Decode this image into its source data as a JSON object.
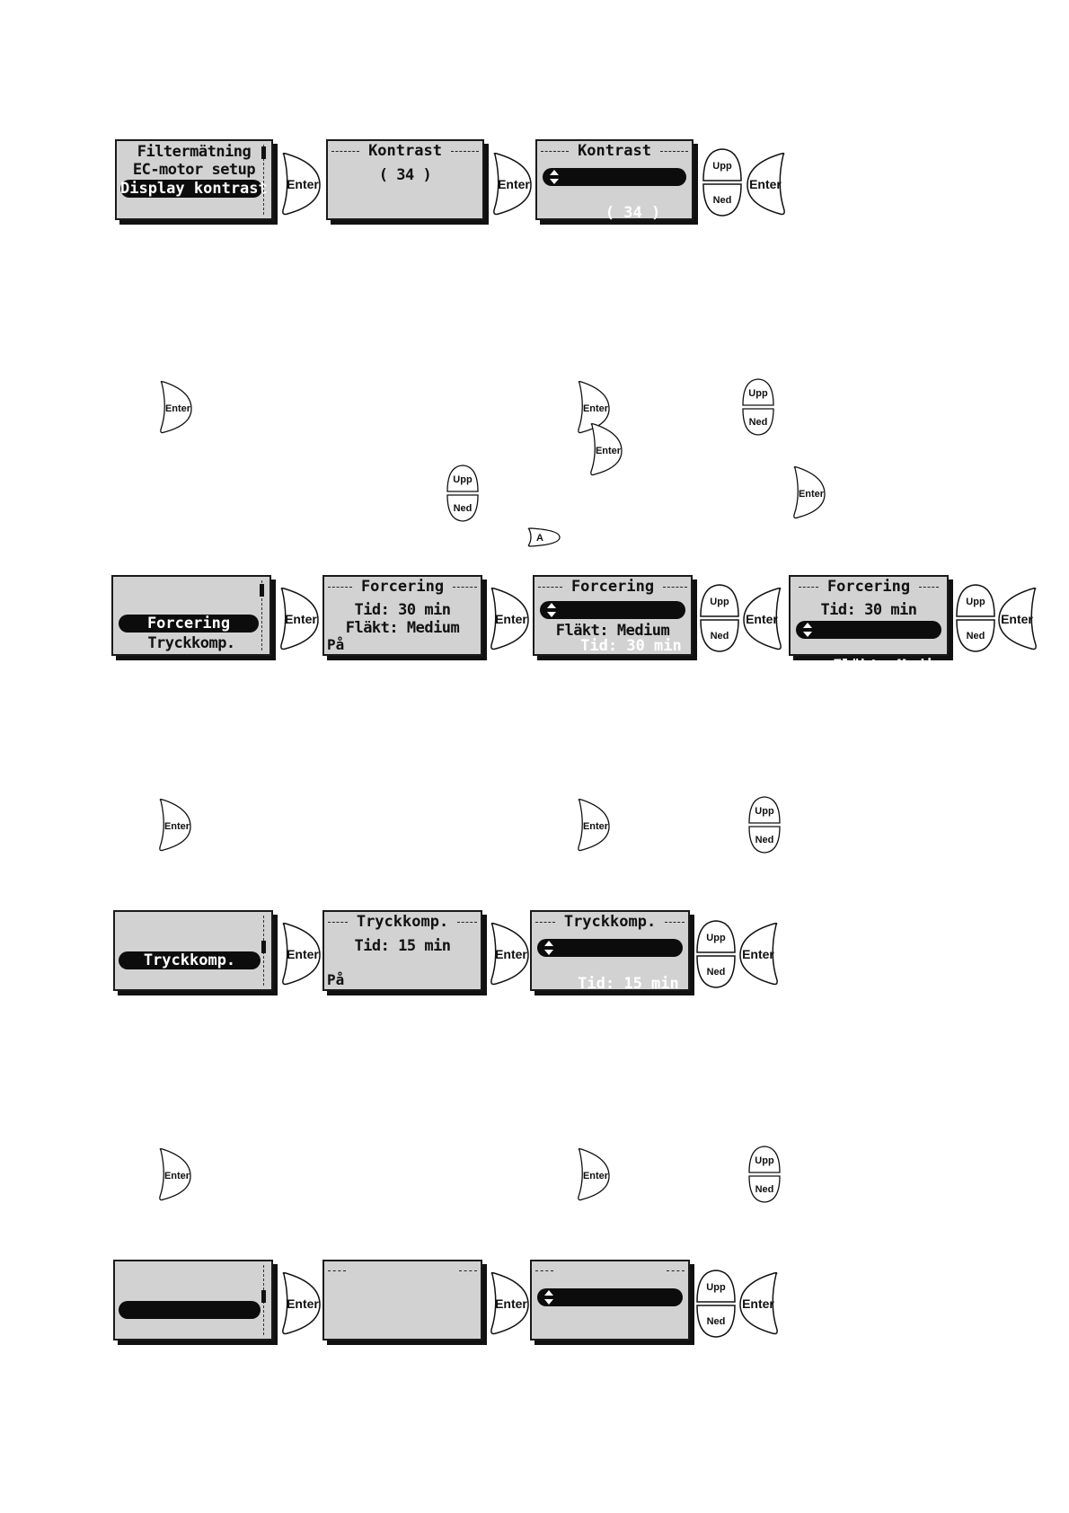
{
  "buttons": {
    "enter": "Enter",
    "up": "Upp",
    "down": "Ned",
    "a": "A"
  },
  "row1": {
    "menu": [
      "Filtermätning",
      "EC-motor setup",
      "Display kontrast"
    ],
    "panel2": {
      "title": "Kontrast",
      "value": "( 34 )"
    },
    "panel3": {
      "title": "Kontrast",
      "value": "( 34 )"
    }
  },
  "row2": {
    "menu": [
      "Forcering",
      "Tryckkomp."
    ],
    "panel2": {
      "title": "Forcering",
      "line1": "Tid: 30 min",
      "line2": "Fläkt: Medium",
      "status": "På"
    },
    "panel3": {
      "title": "Forcering",
      "line1": "Tid: 30 min",
      "line2": "Fläkt: Medium"
    },
    "panel4": {
      "title": "Forcering",
      "line1": "Tid: 30 min",
      "line2": "Fläkt: Medium"
    }
  },
  "row3": {
    "menu": [
      "Tryckkomp."
    ],
    "panel2": {
      "title": "Tryckkomp.",
      "line1": "Tid: 15 min",
      "status": "På"
    },
    "panel3": {
      "title": "Tryckkomp.",
      "line1": "Tid: 15 min"
    }
  }
}
